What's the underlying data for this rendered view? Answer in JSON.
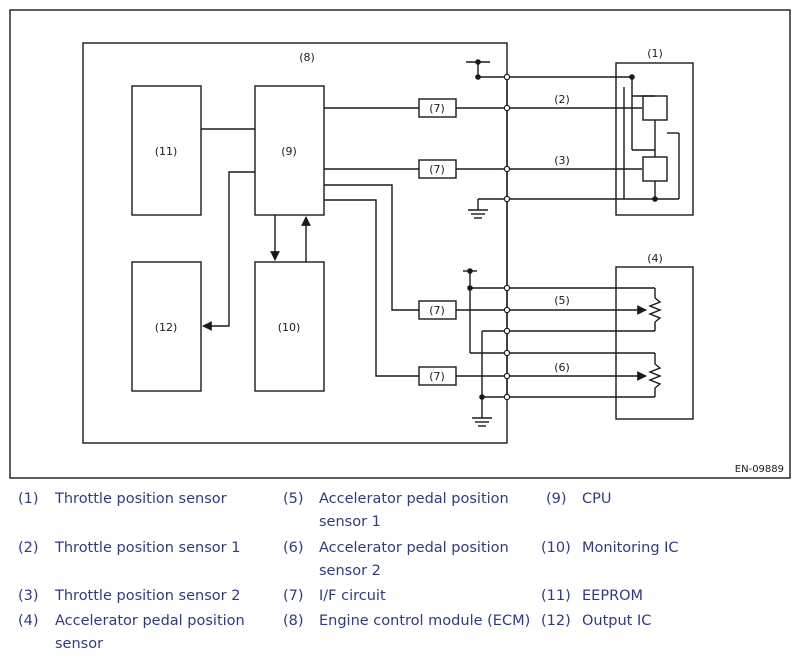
{
  "figure_id": "EN-09889",
  "diagram_labels": {
    "ecm": "(8)",
    "cpu": "(9)",
    "eeprom": "(11)",
    "output_ic": "(12)",
    "monitoring_ic": "(10)",
    "if_circuit": "(7)",
    "tps": "(1)",
    "tps1": "(2)",
    "tps2": "(3)",
    "apps": "(4)",
    "apps1": "(5)",
    "apps2": "(6)"
  },
  "legend": [
    {
      "num": "(1)",
      "text": "Throttle position sensor"
    },
    {
      "num": "(2)",
      "text": "Throttle position sensor 1"
    },
    {
      "num": "(3)",
      "text": "Throttle position sensor 2"
    },
    {
      "num": "(4)",
      "text": "Accelerator pedal position",
      "text2": "sensor"
    },
    {
      "num": "(5)",
      "text": "Accelerator pedal position",
      "text2": "sensor 1"
    },
    {
      "num": "(6)",
      "text": "Accelerator pedal position",
      "text2": "sensor 2"
    },
    {
      "num": "(7)",
      "text": "I/F circuit"
    },
    {
      "num": "(8)",
      "text": "Engine control module (ECM)"
    },
    {
      "num": "(9)",
      "text": "CPU"
    },
    {
      "num": "(10)",
      "text": "Monitoring IC"
    },
    {
      "num": "(11)",
      "text": "EEPROM"
    },
    {
      "num": "(12)",
      "text": "Output IC"
    }
  ],
  "colors": {
    "line": "#1a1a1a",
    "legend_text": "#2f3a86"
  }
}
